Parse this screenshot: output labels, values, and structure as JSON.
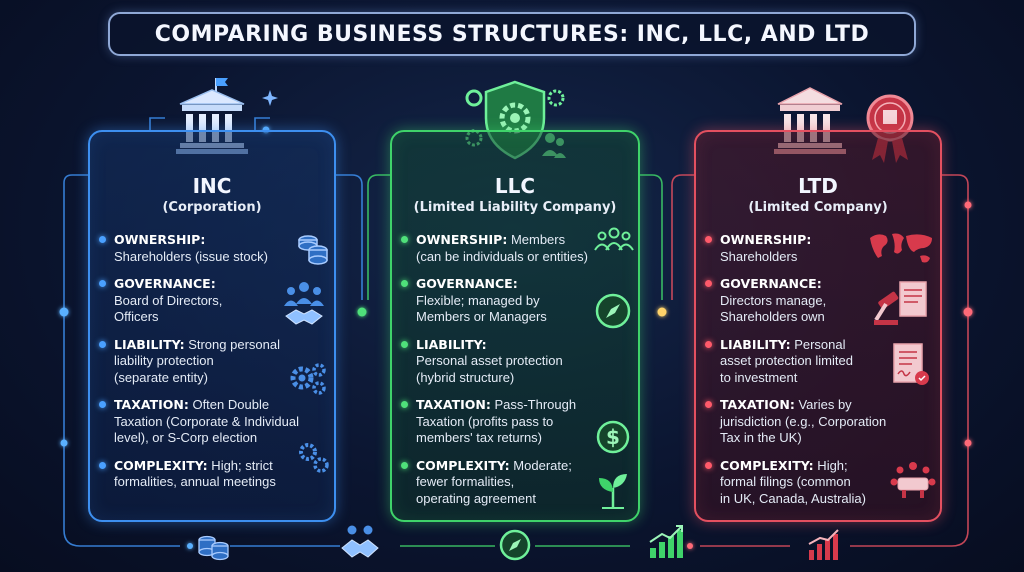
{
  "title": "COMPARING BUSINESS STRUCTURES: INC, LLC, AND LTD",
  "colors": {
    "inc": "#3d8ff0",
    "llc": "#3fd36a",
    "ltd": "#e45060",
    "background": "#0b1530"
  },
  "cards": [
    {
      "id": "inc",
      "name": "INC",
      "subtitle": "(Corporation)",
      "header_icon": "bank-building-flag-icon",
      "rows": [
        {
          "label": "OWNERSHIP:",
          "lines": [
            "",
            "Shareholders (issue stock)"
          ],
          "icon": "coin-stack-icon"
        },
        {
          "label": "GOVERNANCE:",
          "lines": [
            "",
            "Board of Directors,",
            "Officers"
          ],
          "icon": "team-handshake-icon"
        },
        {
          "label": "LIABILITY:",
          "lines": [
            " Strong personal",
            "liability protection",
            "(separate entity)"
          ],
          "icon": "gears-icon"
        },
        {
          "label": "TAXATION:",
          "lines": [
            " Often Double",
            "Taxation (Corporate & Individual",
            "level), or S-Corp election"
          ],
          "icon": ""
        },
        {
          "label": "COMPLEXITY:",
          "lines": [
            " High; strict",
            "formalities, annual meetings"
          ],
          "icon": "gears-small-icon"
        }
      ]
    },
    {
      "id": "llc",
      "name": "LLC",
      "subtitle": "(Limited Liability Company)",
      "header_icon": "shield-gear-people-icon",
      "rows": [
        {
          "label": "OWNERSHIP:",
          "lines": [
            " Members",
            "(can be individuals or entities)"
          ],
          "icon": "people-group-icon"
        },
        {
          "label": "GOVERNANCE:",
          "lines": [
            "",
            "Flexible; managed by",
            "Members or Managers"
          ],
          "icon": "compass-icon"
        },
        {
          "label": "LIABILITY:",
          "lines": [
            "",
            "Personal asset protection",
            "(hybrid structure)"
          ],
          "icon": ""
        },
        {
          "label": "TAXATION:",
          "lines": [
            " Pass-Through",
            "Taxation (profits pass to",
            "members' tax returns)"
          ],
          "icon": "dollar-cycle-icon"
        },
        {
          "label": "COMPLEXITY:",
          "lines": [
            " Moderate;",
            "fewer formalities,",
            "operating agreement"
          ],
          "icon": "sprout-icon"
        }
      ]
    },
    {
      "id": "ltd",
      "name": "LTD",
      "subtitle": "(Limited Company)",
      "header_icon": "bank-building-seal-icon",
      "rows": [
        {
          "label": "OWNERSHIP:",
          "lines": [
            "",
            "Shareholders"
          ],
          "icon": "world-map-icon"
        },
        {
          "label": "GOVERNANCE:",
          "lines": [
            "",
            "Directors manage,",
            "Shareholders own"
          ],
          "icon": "gavel-document-icon"
        },
        {
          "label": "LIABILITY:",
          "lines": [
            " Personal",
            "asset protection limited",
            "to investment"
          ],
          "icon": "signed-document-icon"
        },
        {
          "label": "TAXATION:",
          "lines": [
            " Varies by",
            "jurisdiction (e.g., Corporation",
            "Tax in the UK)"
          ],
          "icon": ""
        },
        {
          "label": "COMPLEXITY:",
          "lines": [
            " High;",
            "formal filings (common",
            "in UK, Canada, Australia)"
          ],
          "icon": "meeting-table-icon"
        }
      ]
    }
  ],
  "footer_icons": [
    "coin-stack-icon",
    "handshake-icon",
    "compass-icon",
    "growth-chart-icon",
    "growth-chart-icon"
  ]
}
